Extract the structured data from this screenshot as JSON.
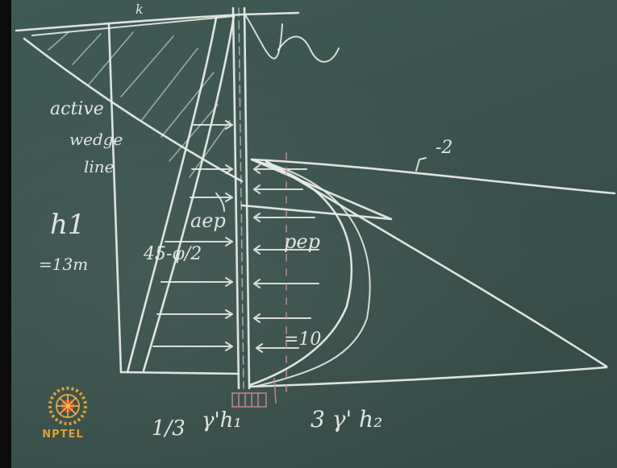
{
  "board_labels": {
    "top_mark": "k",
    "active_line1": "active",
    "active_line2": "wedge",
    "active_line3": "line",
    "h1": "h1",
    "h1_value": "=13m",
    "angle": "45-φ/2",
    "aep": "aep",
    "pep": "pep",
    "slope": "-2",
    "phi": "=10",
    "bottom_left": "1/3",
    "bottom_mid": "γ'h₁",
    "bottom_right": "3 γ' h₂"
  },
  "logo": {
    "text": "NPTEL",
    "colors": {
      "accent": "#e0a030",
      "inner": "#d04a20"
    }
  }
}
